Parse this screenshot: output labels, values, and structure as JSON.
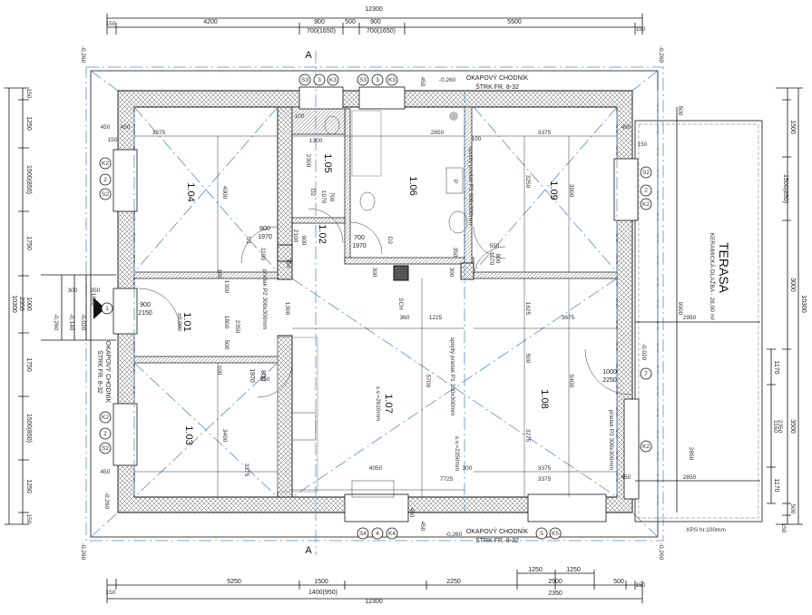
{
  "drawing": {
    "section_mark": "A",
    "top_dims": [
      "12300",
      "150",
      "4200",
      "900",
      "700(1650)",
      "500",
      "900",
      "700(1650)",
      "5500",
      "150"
    ],
    "bottom_dims": [
      "5250",
      "1500",
      "1400(950)",
      "2250",
      "1250",
      "1250",
      "2500",
      "2350",
      "500",
      "150",
      "150",
      "12300"
    ],
    "left_dims": [
      "150",
      "1250",
      "1500(850)",
      "1750",
      "1000",
      "2350",
      "10300",
      "1750",
      "1500(850)",
      "1250",
      "150"
    ],
    "right_dims": [
      "500",
      "1500",
      "1500(850)",
      "3000",
      "10300",
      "1170",
      "3500",
      "2350",
      "1160",
      "1170",
      "500",
      "150"
    ],
    "rooms": [
      "1.01",
      "1.02",
      "1.03",
      "1.04",
      "1.05",
      "1.06",
      "1.07",
      "1.08",
      "1.09"
    ],
    "levels": {
      "entrance_floor": "±0,000",
      "outside": "-0,260",
      "step1": "-0,140",
      "step2": "-0,020",
      "terrace_door": "-0,020"
    },
    "walkway": {
      "title": "OKAPOVÝ CHODNÍK",
      "material": "ŠTRK FR. 8-32"
    },
    "terrace": {
      "title": "TERASA",
      "material": "KERAMICKÁ DLAŽBA - 28,00 m²",
      "insulation": "XPS hr.100mm"
    },
    "notes": {
      "ceiling_107": "s.v.=2610mm",
      "ceiling_108": "s.v.=2350mm",
      "duct_p1": "spojitý prielak P1 300x300mm",
      "duct_p1b": "spojitý prielak P1 300x300mm",
      "duct_p2": "prielak P2 300x300mm",
      "duct_p3": "prielak P3 300x300mm",
      "chimney": "SCH",
      "boiler": "P",
      "d1": "D2",
      "d2": "D2",
      "d3": "D1"
    },
    "doors": [
      "900",
      "2150",
      "800",
      "1970",
      "700",
      "1970",
      "800",
      "1970",
      "1000",
      "2250",
      "700",
      "1970",
      "800",
      "1970"
    ],
    "interior_dims": [
      "3375",
      "4000",
      "3375",
      "3400",
      "1300",
      "2850",
      "2300",
      "3250",
      "3900",
      "3375",
      "3375",
      "3675",
      "1225",
      "360",
      "1625",
      "5700",
      "5400",
      "3275",
      "500",
      "4050",
      "7725",
      "300",
      "3375",
      "2950",
      "2850",
      "2850",
      "9900",
      "450",
      "450",
      "450",
      "450",
      "450",
      "450",
      "100",
      "100",
      "150",
      "150",
      "2350",
      "1800",
      "1300",
      "500",
      "1300",
      "750",
      "1100",
      "100",
      "100",
      "900",
      "2100",
      "550",
      "550",
      "350",
      "300",
      "300",
      "950",
      "300",
      "1800",
      "450",
      "450"
    ],
    "window_tags": [
      "S3",
      "3",
      "K3",
      "S3",
      "3",
      "K3",
      "K2",
      "2",
      "S2",
      "K2",
      "2",
      "S2",
      "S2",
      "2",
      "K2",
      "7",
      "K2",
      "S4",
      "4",
      "K4",
      "5",
      "K5",
      "1"
    ]
  }
}
